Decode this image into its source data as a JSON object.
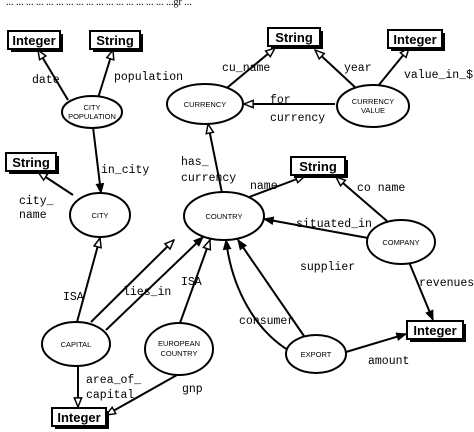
{
  "top_text": "... ... ... ... ... ... ... ... ... ... ... ...  ... ... ... ... ...gr ...",
  "nodes": {
    "integer_tl": "Integer",
    "string_tl": "String",
    "city_population": [
      "CITY",
      "POPULATION"
    ],
    "string_l": "String",
    "city": "CITY",
    "string_top": "String",
    "integer_tr": "Integer",
    "currency": "CURRENCY",
    "currency_value": [
      "CURRENCY",
      "VALUE"
    ],
    "string_mid": "String",
    "country": "COUNTRY",
    "company": "COMPANY",
    "capital": "CAPITAL",
    "european_country": [
      "EUROPEAN",
      "COUNTRY"
    ],
    "export": "EXPORT",
    "integer_r": "Integer",
    "integer_b": "Integer"
  },
  "edges": {
    "date": "date",
    "population": "population",
    "in_city": "in_city",
    "city_name": [
      "city_",
      "name"
    ],
    "cu_name": "cu_name",
    "year": "year",
    "value_in": "value_in_$",
    "for_currency": [
      "for",
      "currency"
    ],
    "has_currency": [
      "has_",
      "currency"
    ],
    "name": "name",
    "co_name": "co name",
    "situated_in": "situated_in",
    "revenues": "revenues",
    "isa_capital": "ISA",
    "lies_in": "lies_in",
    "isa_european": "ISA",
    "supplier": "supplier",
    "consumer": "consumer",
    "amount": "amount",
    "area_of_capital": [
      "area_of_",
      "capital"
    ],
    "gnp": "gnp"
  }
}
